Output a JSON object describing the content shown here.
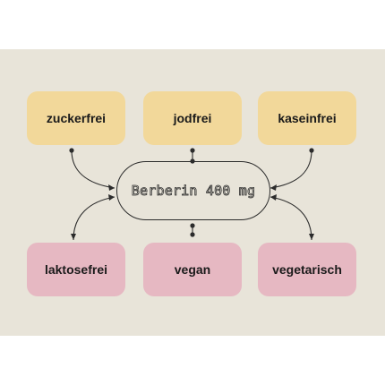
{
  "diagram": {
    "center": "Berberin 400 mg",
    "top_items": [
      "zuckerfrei",
      "jodfrei",
      "kaseinfrei"
    ],
    "bottom_items": [
      "laktosefrei",
      "vegan",
      "vegetarisch"
    ]
  },
  "colors": {
    "background": "#e8e4d9",
    "top_box": "#f2d89a",
    "bottom_box": "#e6b8c2",
    "line": "#2b2b2b"
  }
}
